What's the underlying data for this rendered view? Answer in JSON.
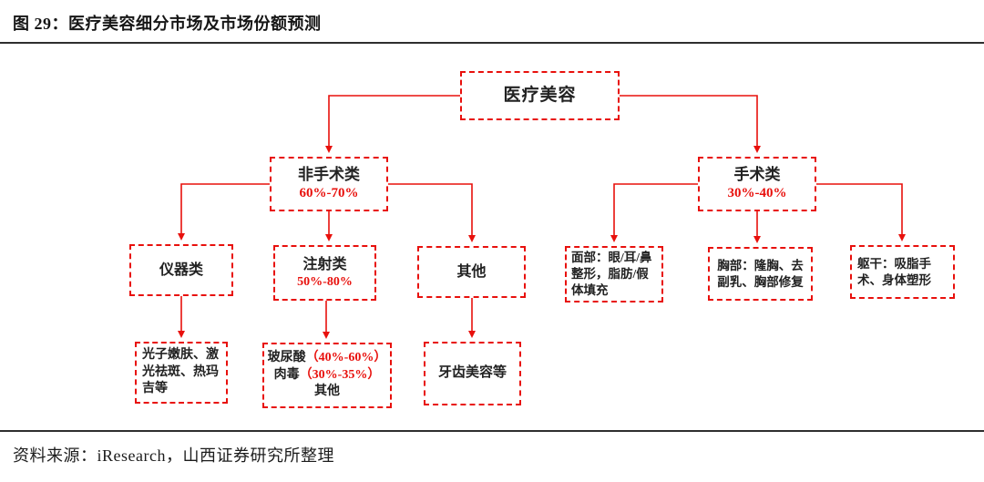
{
  "title": "图 29：医疗美容细分市场及市场份额预测",
  "source": "资料来源：iResearch，山西证券研究所整理",
  "colors": {
    "accent_red": "#e8100c",
    "text_black": "#1c1c1c"
  },
  "chart_data": {
    "type": "tree",
    "root": "医疗美容",
    "branches": [
      {
        "label": "非手术类",
        "share": "60%-70%",
        "children": [
          {
            "label": "仪器类",
            "detail": "光子嫩肤、激光祛斑、热玛吉等"
          },
          {
            "label": "注射类",
            "share": "50%-80%",
            "detail": "玻尿酸（40%-60%）肉毒（30%-35%）其他"
          },
          {
            "label": "其他",
            "detail": "牙齿美容等"
          }
        ]
      },
      {
        "label": "手术类",
        "share": "30%-40%",
        "children": [
          {
            "label": "面部：眼/耳/鼻整形，脂肪/假体填充"
          },
          {
            "label": "胸部：隆胸、去副乳、胸部修复"
          },
          {
            "label": "躯干：吸脂手术、身体塑形"
          }
        ]
      }
    ]
  },
  "nodes": {
    "root": {
      "label": "医疗美容"
    },
    "non_surgical": {
      "label": "非手术类",
      "share": "60%-70%"
    },
    "surgical": {
      "label": "手术类",
      "share": "30%-40%"
    },
    "devices": {
      "label": "仪器类"
    },
    "injection": {
      "label": "注射类",
      "share": "50%-80%"
    },
    "other": {
      "label": "其他"
    },
    "face": {
      "label": "面部：眼/耳/鼻整形，脂肪/假体填充"
    },
    "chest": {
      "label": "胸部：隆胸、去副乳、胸部修复"
    },
    "torso": {
      "label": "躯干：吸脂手术、身体塑形"
    },
    "devices_detail": {
      "label": "光子嫩肤、激光祛斑、热玛吉等"
    },
    "injection_detail": {
      "item1": "玻尿酸",
      "item1_share": "（40%-60%）",
      "item2": "肉毒",
      "item2_share": "（30%-35%）",
      "item3": "其他"
    },
    "other_detail": {
      "label": "牙齿美容等"
    }
  }
}
